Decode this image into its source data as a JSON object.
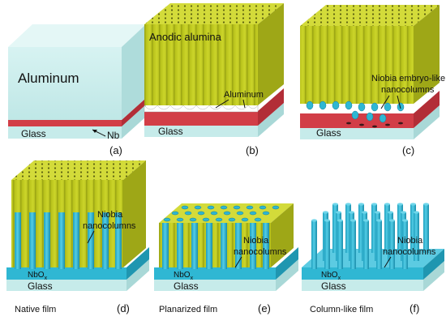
{
  "panels": [
    {
      "id": "a",
      "panel_label": "(a)",
      "labels": {
        "material": "Aluminum",
        "substrate": "Glass",
        "interlayer": "Nb"
      }
    },
    {
      "id": "b",
      "panel_label": "(b)",
      "labels": {
        "film": "Anodic alumina",
        "residual": "Aluminum",
        "substrate": "Glass"
      }
    },
    {
      "id": "c",
      "panel_label": "(c)",
      "labels": {
        "feature_line1": "Niobia embryo-like",
        "feature_line2": "nanocolumns",
        "substrate": "Glass"
      }
    },
    {
      "id": "d",
      "panel_label": "(d)",
      "caption": "Native film",
      "labels": {
        "feature_line1": "Niobia",
        "feature_line2": "nanocolumns",
        "oxide": "NbO",
        "oxide_sub": "x",
        "substrate": "Glass"
      }
    },
    {
      "id": "e",
      "panel_label": "(e)",
      "caption": "Planarized film",
      "labels": {
        "feature_line1": "Niobia",
        "feature_line2": "nanocolumns",
        "oxide": "NbO",
        "oxide_sub": "x",
        "substrate": "Glass"
      }
    },
    {
      "id": "f",
      "panel_label": "(f)",
      "caption": "Column-like film",
      "labels": {
        "feature_line1": "Niobia",
        "feature_line2": "nanocolumns",
        "oxide": "NbO",
        "oxide_sub": "x",
        "substrate": "Glass"
      }
    }
  ],
  "colors": {
    "aluminum": "#cdeeed",
    "alumina": "#c3cc1d",
    "niobia": "#2fb7d3",
    "nb": "#d8404a",
    "glass": "#cfeeee"
  }
}
